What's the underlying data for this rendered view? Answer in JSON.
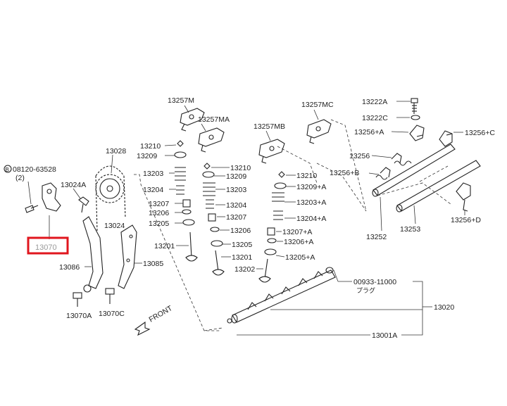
{
  "callouts": {
    "p13257M": "13257M",
    "p13257MA": "13257MA",
    "p13257MB": "13257MB",
    "p13257MC": "13257MC",
    "p13222A": "13222A",
    "p13222C": "13222C",
    "p13256A": "13256+A",
    "p13256C": "13256+C",
    "p13256": "13256",
    "p13256B": "13256+B",
    "p13256D": "13256+D",
    "p13252": "13252",
    "p13253": "13253",
    "p08120": "08120-63528",
    "p08120qty": "(2)",
    "p08120prefix": "B",
    "p13028": "13028",
    "p13024A": "13024A",
    "p13024": "13024",
    "p13070": "13070",
    "p13086": "13086",
    "p13085": "13085",
    "p13070A": "13070A",
    "p13070C": "13070C",
    "p13210L": "13210",
    "p13209L": "13209",
    "p13203L": "13203",
    "p13204L": "13204",
    "p13207L": "13207",
    "p13206L": "13206",
    "p13205L": "13205",
    "p13201L": "13201",
    "p13210M": "13210",
    "p13209M": "13209",
    "p13203M": "13203",
    "p13204M": "13204",
    "p13207M": "13207",
    "p13206M": "13206",
    "p13205M": "13205",
    "p13201M": "13201",
    "p13202": "13202",
    "p13210R": "13210",
    "p13209A": "13209+A",
    "p13203A": "13203+A",
    "p13204A": "13204+A",
    "p13207A": "13207+A",
    "p13206A": "13206+A",
    "p13205A": "13205+A",
    "p00933": "00933-11000",
    "plug": "プラグ",
    "p13020": "13020",
    "p13001A": "13001A",
    "front": "FRONT"
  },
  "highlight": {
    "part": "13070",
    "color": "#e0161e"
  }
}
